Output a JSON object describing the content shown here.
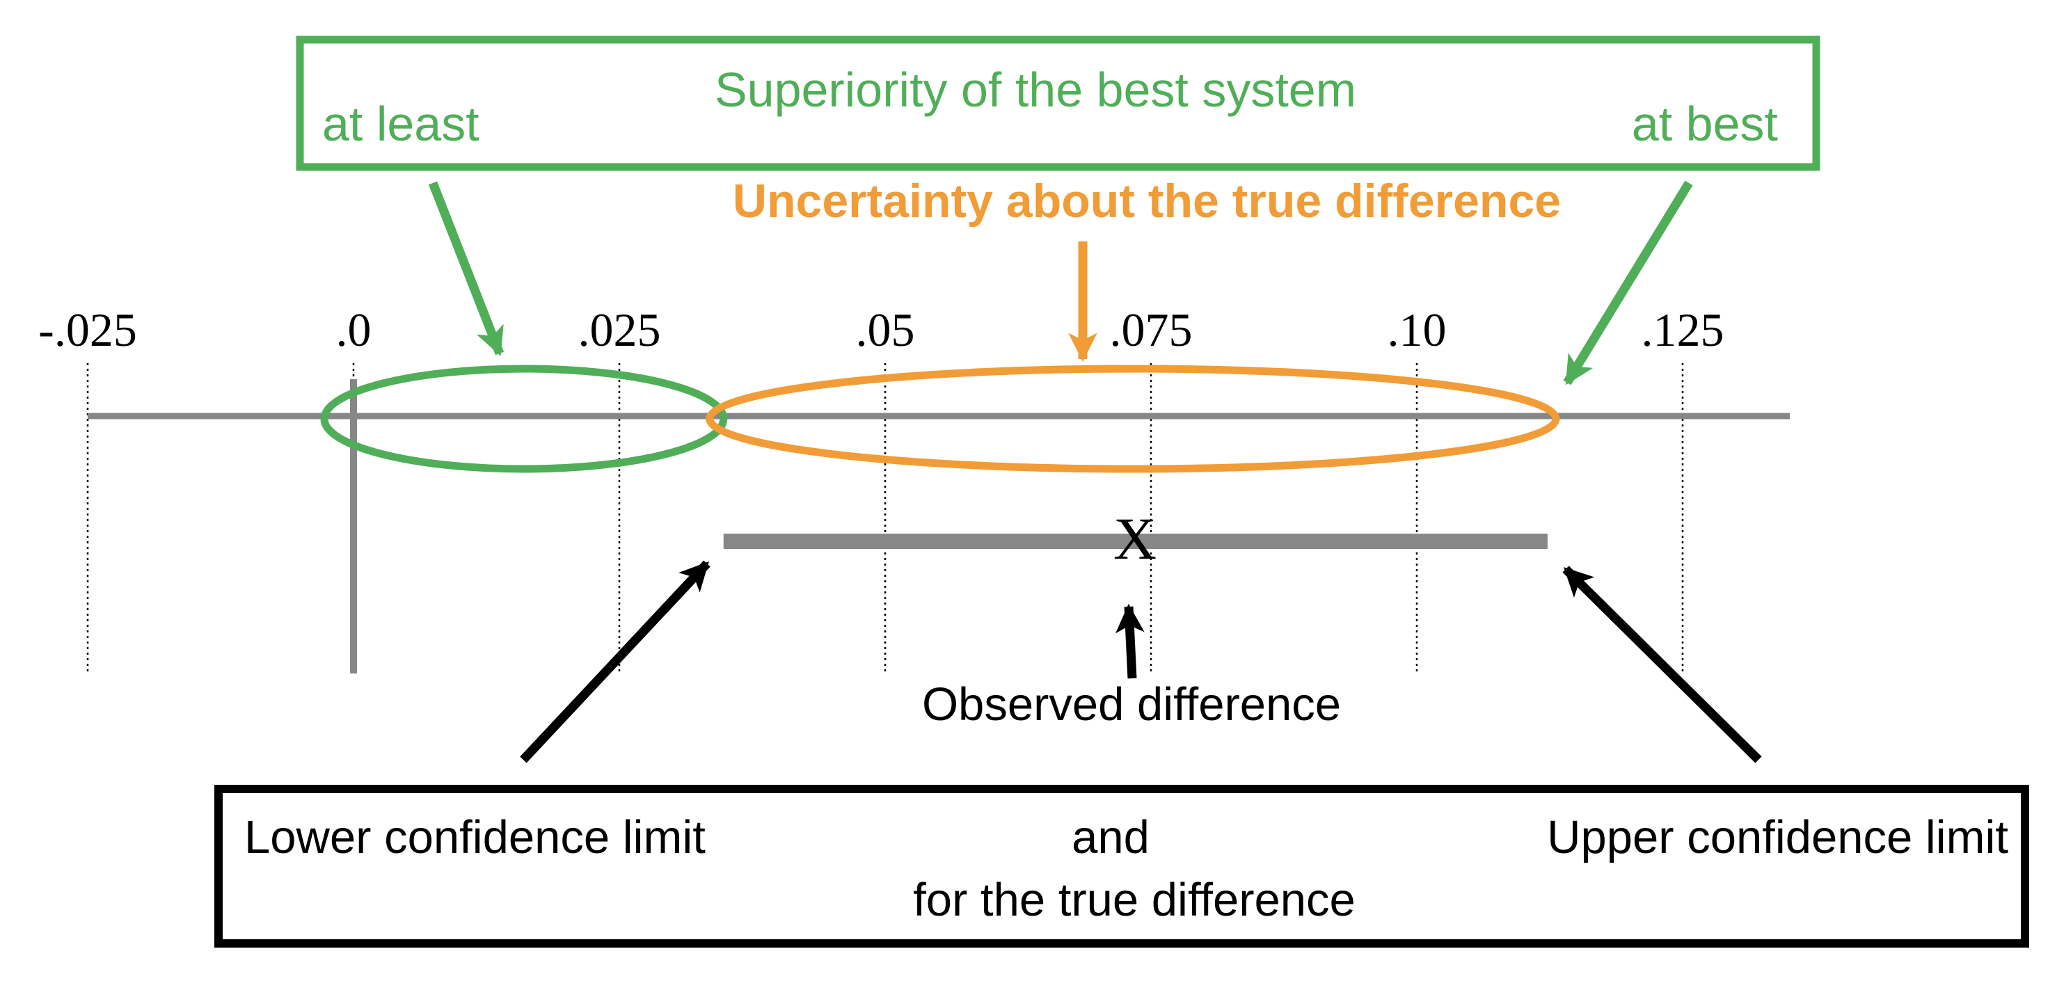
{
  "colors": {
    "green": "#4fae57",
    "orange": "#f19c36",
    "gray": "#878787",
    "black": "#000000"
  },
  "axis": {
    "ticks": [
      {
        "value": -0.025,
        "label": "-.025"
      },
      {
        "value": 0.0,
        "label": ".0"
      },
      {
        "value": 0.025,
        "label": ".025"
      },
      {
        "value": 0.05,
        "label": ".05"
      },
      {
        "value": 0.075,
        "label": ".075"
      },
      {
        "value": 0.1,
        "label": ".10"
      },
      {
        "value": 0.125,
        "label": ".125"
      }
    ]
  },
  "interval": {
    "lower": 0.0348,
    "upper": 0.1123,
    "observed": 0.0735,
    "observed_marker": "X"
  },
  "superiority_box": {
    "title": "Superiority of the best system",
    "left_label": "at least",
    "right_label": "at best"
  },
  "uncertainty_label": "Uncertainty about the true difference",
  "observed_label": "Observed difference",
  "confidence_box": {
    "lower_label": "Lower confidence limit",
    "and_label": "and",
    "upper_label": "Upper confidence limit",
    "bottom_label": "for the true difference"
  }
}
